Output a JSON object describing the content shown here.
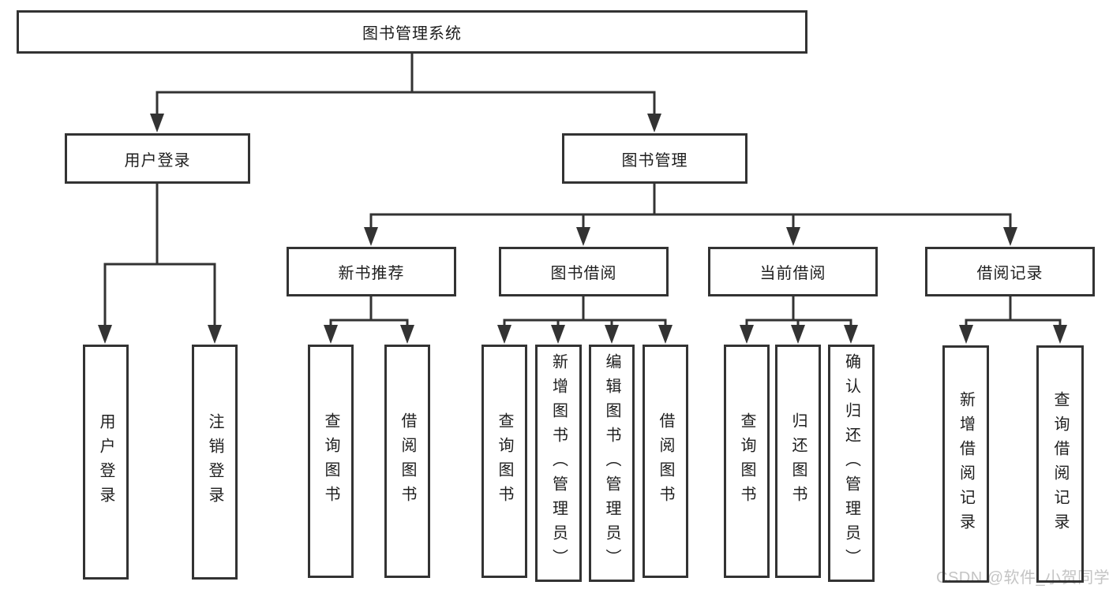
{
  "tree": {
    "title": "图书管理系统",
    "children": [
      {
        "label": "用户登录",
        "children": [
          "用户登录",
          "注销登录"
        ]
      },
      {
        "label": "图书管理",
        "children": [
          {
            "label": "新书推荐",
            "children": [
              "查询图书",
              "借阅图书"
            ]
          },
          {
            "label": "图书借阅",
            "children": [
              "查询图书",
              "新增图书（管理员）",
              "编辑图书（管理员）",
              "借阅图书"
            ]
          },
          {
            "label": "当前借阅",
            "children": [
              "查询图书",
              "归还图书",
              "确认归还（管理员）"
            ]
          },
          {
            "label": "借阅记录",
            "children": [
              "新增借阅记录",
              "查询借阅记录"
            ]
          }
        ]
      }
    ]
  },
  "watermark": {
    "text": "CSDN @软件_小贺同学"
  },
  "colors": {
    "line": "#333333",
    "border": "#333333",
    "text": "#1e1e1e",
    "background": "#ffffff",
    "watermark": "#c4c4c4"
  }
}
